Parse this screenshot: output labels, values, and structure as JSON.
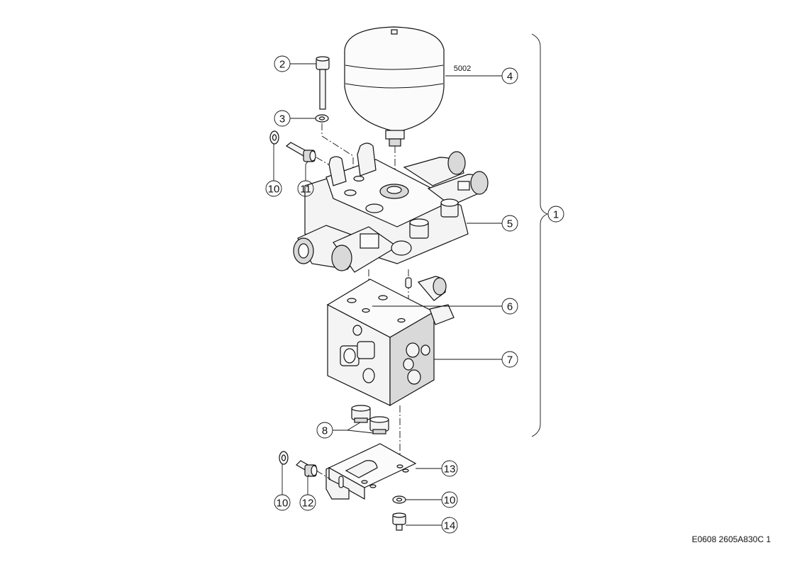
{
  "callouts": {
    "c1": "1",
    "c2": "2",
    "c3": "3",
    "c4": "4",
    "c5": "5",
    "c6": "6",
    "c7": "7",
    "c8": "8",
    "c10a": "10",
    "c11": "11",
    "c10b": "10",
    "c12": "12",
    "c13": "13",
    "c10c": "10",
    "c14": "14"
  },
  "reference_label": "5002",
  "footer_code": "E0608 2605A830C 1"
}
